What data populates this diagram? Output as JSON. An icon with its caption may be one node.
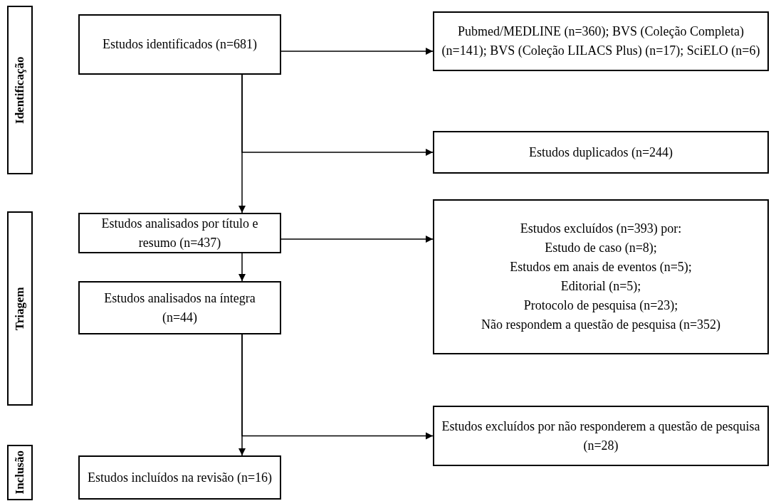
{
  "diagram": {
    "nodes": [
      {
        "text": [
          "Identificação"
        ]
      },
      {
        "text": [
          "Estudos identificados (n=681)"
        ]
      },
      {
        "text": [
          "Pubmed/MEDLINE (n=360); BVS (Coleção Completa) (n=141); BVS (Coleção LILACS Plus) (n=17); SciELO (n=6)"
        ]
      },
      {
        "text": [
          "Estudos duplicados (n=244)"
        ]
      },
      {
        "text": [
          "Triagem"
        ]
      },
      {
        "text": [
          "Estudos analisados por título e resumo (n=437)"
        ]
      },
      {
        "text": [
          "Estudos excluídos (n=393) por:",
          "Estudo de caso (n=8);",
          "Estudos em anais de eventos (n=5);",
          "Editorial (n=5);",
          "Protocolo de pesquisa (n=23);",
          "Não respondem a questão de pesquisa (n=352)"
        ]
      },
      {
        "text": [
          "Estudos analisados na íntegra (n=44)"
        ]
      },
      {
        "text": [
          "Inclusão"
        ]
      },
      {
        "text": [
          "Estudos excluídos por não responderem a questão de pesquisa (n=28)"
        ]
      },
      {
        "text": [
          "Estudos incluídos na revisão (n=16)"
        ]
      }
    ],
    "edges": [
      {
        "from": 1,
        "to": 2,
        "arrow": "to"
      },
      {
        "from": 1,
        "to": 3,
        "arrow": "to"
      },
      {
        "from": 1,
        "to": 5,
        "arrow": "to"
      },
      {
        "from": 5,
        "to": 6,
        "arrow": "to"
      },
      {
        "from": 5,
        "to": 7,
        "arrow": "to"
      },
      {
        "from": 7,
        "to": 9,
        "arrow": "to"
      },
      {
        "from": 7,
        "to": 10,
        "arrow": "to"
      }
    ]
  }
}
